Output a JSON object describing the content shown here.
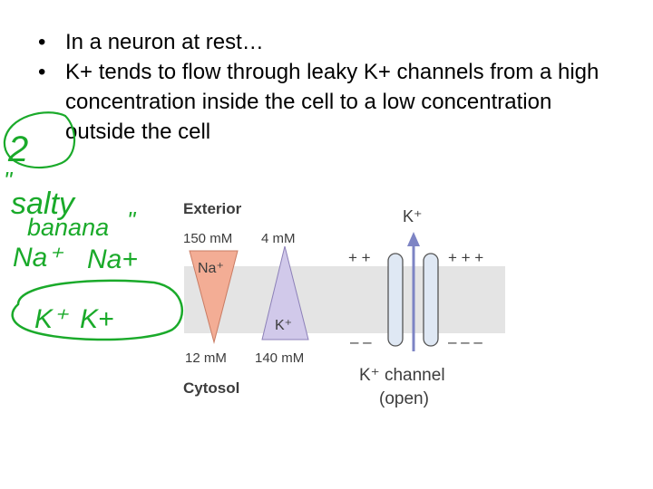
{
  "slide": {
    "bullets": [
      {
        "marker": "•",
        "text": "In a neuron at rest…"
      },
      {
        "marker": "•",
        "text": "K+ tends to flow through leaky K+ channels from a high concentration inside the cell to a low concentration outside the cell"
      }
    ]
  },
  "handwriting": {
    "number": "2",
    "quote_open": "\"",
    "line1": "salty",
    "line2": "banana",
    "quote_close": "\"",
    "line3a": "Na⁺",
    "line3b": "Na+",
    "line4a": "K⁺",
    "line4b": "K+",
    "ink_color": "#1aaa2a"
  },
  "figure": {
    "exterior_label": "Exterior",
    "cytosol_label": "Cytosol",
    "na_outside": "150 mM",
    "k_outside": "4 mM",
    "na_inside": "12 mM",
    "k_inside": "140 mM",
    "na_ion": "Na⁺",
    "k_ion": "K⁺",
    "arrow_ion": "K⁺",
    "plus_left": "+ +",
    "plus_right": "+ + +",
    "minus_left": "– –",
    "minus_right": "– – –",
    "channel_label_1": "K⁺ channel",
    "channel_label_2": "(open)",
    "colors": {
      "membrane": "#e4e4e4",
      "na_triangle": "#f3ad95",
      "k_triangle": "#d1c9ea",
      "arrow": "#7d84c4",
      "channel": "#dfe8f4",
      "label_gray": "#3c3c3c"
    }
  }
}
